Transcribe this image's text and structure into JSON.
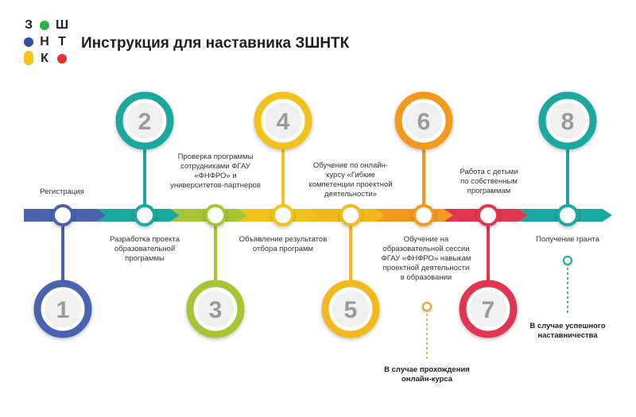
{
  "header": {
    "title": "Инструкция для наставника ЗШНТК",
    "logo_letters": [
      "З",
      "Ш",
      "Н",
      "Т",
      "К"
    ]
  },
  "colors": {
    "blue": "#4a63b0",
    "teal": "#1aa89e",
    "green": "#a7c434",
    "yellow": "#f1c21b",
    "orange": "#f39a1e",
    "red": "#e23551",
    "logo_green": "#2db24a",
    "logo_blue": "#2f4fa2",
    "logo_yellow": "#f7c21a",
    "logo_red": "#e8312f"
  },
  "steps": [
    {
      "number": "1",
      "label": "Регистрация"
    },
    {
      "number": "2",
      "label": "Разработка проекта образовательной программы"
    },
    {
      "number": "3",
      "label": "Проверка программы сотрудниками ФГАУ «ФНФРО» и университетов-партнеров"
    },
    {
      "number": "4",
      "label": "Объявление результатов отбора программ"
    },
    {
      "number": "5",
      "label": "Обучение по онлайн-курсу «Гибкие компетенции проектной деятельности»"
    },
    {
      "number": "6",
      "label": "Обучение на образовательной сессии ФГАУ «ФНФРО» навыкам проектной деятельности в образовании"
    },
    {
      "number": "7",
      "label": "Работа с детьми по собственным программам"
    },
    {
      "number": "8",
      "label": "Получение гранта"
    }
  ],
  "notes": {
    "online_course": "В случае прохождения онлайн-курса",
    "success": "В случае успешного наставничества"
  }
}
